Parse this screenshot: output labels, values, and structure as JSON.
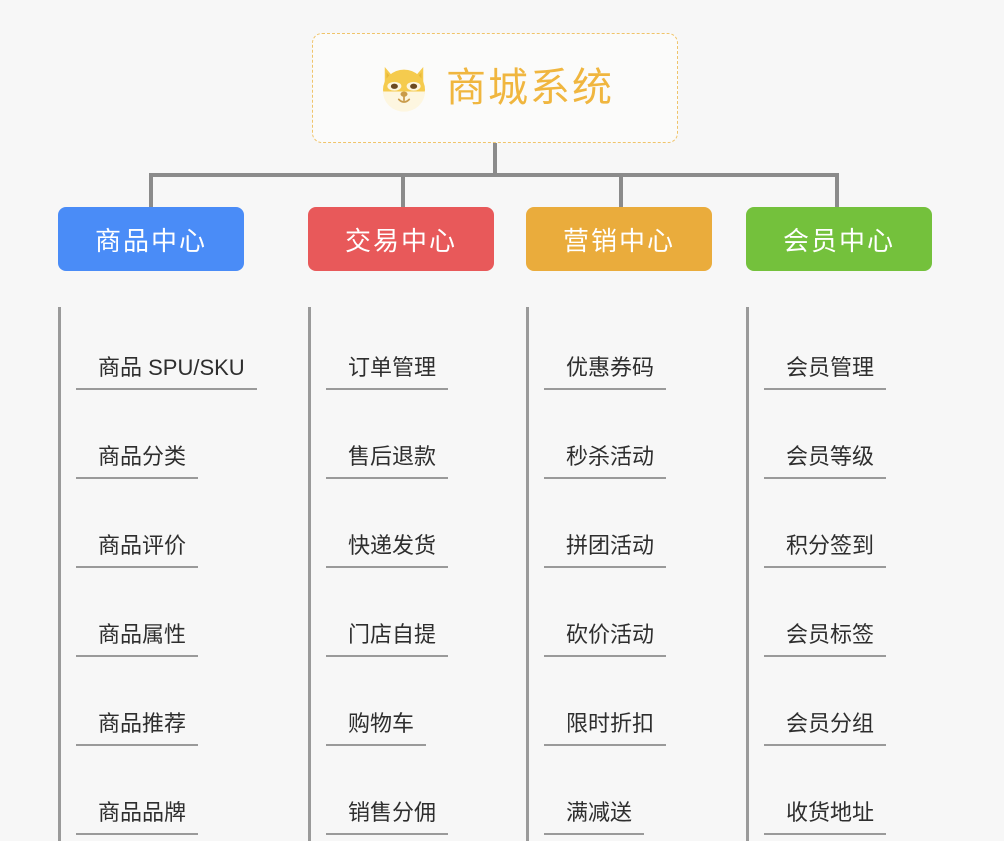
{
  "root": {
    "title": "商城系统",
    "icon": "shiba-dog-icon",
    "border_color": "#f0c46a",
    "text_color": "#f0b63f"
  },
  "connector_color": "#8b8b8b",
  "background_color": "#f7f7f7",
  "columns": [
    {
      "label": "商品中心",
      "color": "#4a8cf7",
      "items": [
        "商品 SPU/SKU",
        "商品分类",
        "商品评价",
        "商品属性",
        "商品推荐",
        "商品品牌"
      ]
    },
    {
      "label": "交易中心",
      "color": "#e8595a",
      "items": [
        "订单管理",
        "售后退款",
        "快递发货",
        "门店自提",
        "购物车",
        "销售分佣"
      ]
    },
    {
      "label": "营销中心",
      "color": "#eaac3c",
      "items": [
        "优惠券码",
        "秒杀活动",
        "拼团活动",
        "砍价活动",
        "限时折扣",
        "满减送"
      ]
    },
    {
      "label": "会员中心",
      "color": "#74c13c",
      "items": [
        "会员管理",
        "会员等级",
        "积分签到",
        "会员标签",
        "会员分组",
        "收货地址"
      ]
    }
  ]
}
